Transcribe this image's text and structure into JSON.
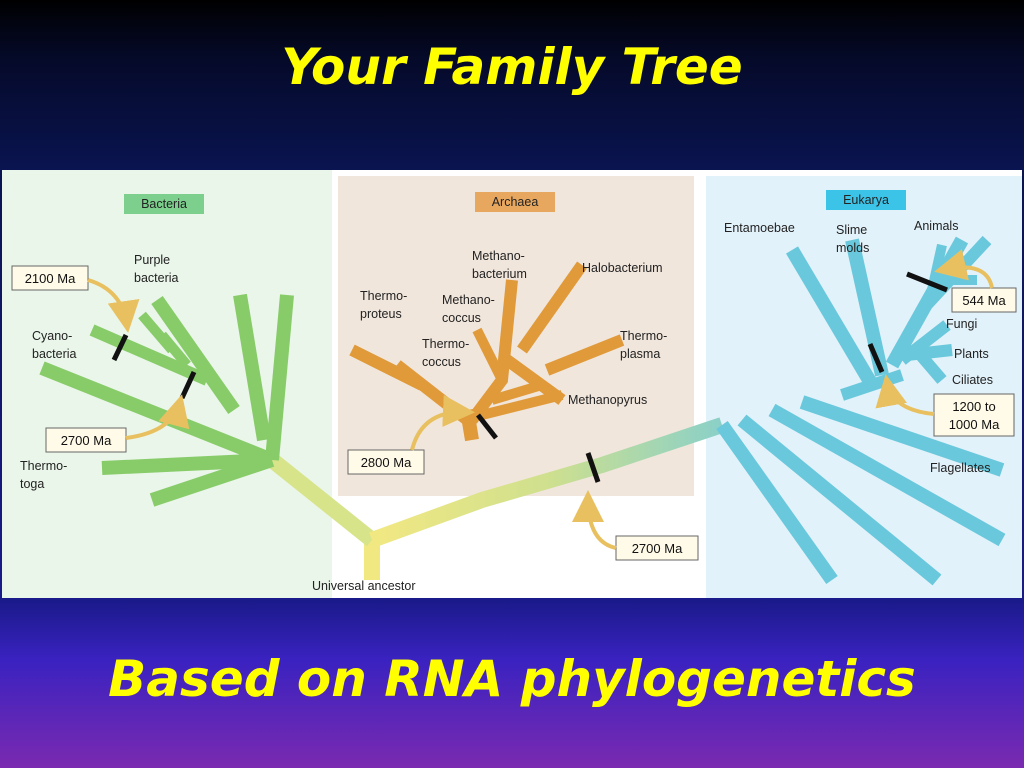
{
  "slide": {
    "title": "Your Family Tree",
    "subtitle": "Based on RNA phylogenetics"
  },
  "domains": {
    "bacteria": "Bacteria",
    "archaea": "Archaea",
    "eukarya": "Eukarya"
  },
  "labels": {
    "purple_bacteria_1": "Purple",
    "purple_bacteria_2": "bacteria",
    "cyano_1": "Cyano-",
    "cyano_2": "bacteria",
    "thermotoga_1": "Thermo-",
    "thermotoga_2": "toga",
    "thermoproteus_1": "Thermo-",
    "thermoproteus_2": "proteus",
    "methanobacterium_1": "Methano-",
    "methanobacterium_2": "bacterium",
    "methanococcus_1": "Methano-",
    "methanococcus_2": "coccus",
    "thermococcus_1": "Thermo-",
    "thermococcus_2": "coccus",
    "halobacterium": "Halobacterium",
    "thermoplasma_1": "Thermo-",
    "thermoplasma_2": "plasma",
    "methanopyrus": "Methanopyrus",
    "entamoebae": "Entamoebae",
    "slime_molds_1": "Slime",
    "slime_molds_2": "molds",
    "animals": "Animals",
    "fungi": "Fungi",
    "plants": "Plants",
    "ciliates": "Ciliates",
    "flagellates": "Flagellates",
    "universal_ancestor": "Universal ancestor"
  },
  "dates": {
    "bacteria_upper": "2100 Ma",
    "bacteria_lower": "2700 Ma",
    "archaea": "2800 Ma",
    "trunk": "2700 Ma",
    "animals": "544 Ma",
    "eukarya_1": "1200 to",
    "eukarya_2": "1000 Ma"
  },
  "colors": {
    "title_text": "#ffff00",
    "bacteria_branch": "#8ccf6a",
    "archaea_branch": "#e09a3a",
    "eukarya_branch": "#6ac8dc",
    "trunk": "#e8e07a",
    "bacteria_bg": "#eaf6ea",
    "archaea_bg": "#f1e6dc",
    "eukarya_bg": "#e2f2fa",
    "bacteria_tag": "#7ccf8c",
    "archaea_tag": "#e8a75e",
    "eukarya_tag": "#3cc4e8"
  }
}
